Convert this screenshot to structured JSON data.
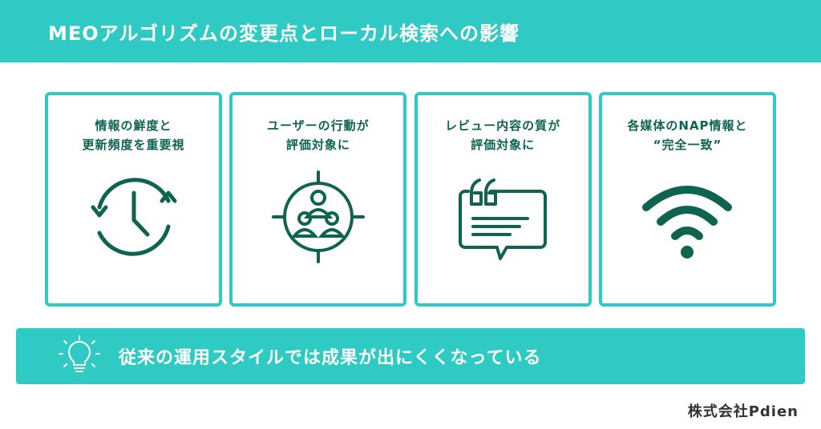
{
  "header": {
    "title": "MEOアルゴリズムの変更点とローカル検索への影響"
  },
  "cards": [
    {
      "line1": "情報の鮮度と",
      "line2": "更新頻度を重要視",
      "icon": "clock-refresh-icon"
    },
    {
      "line1": "ユーザーの行動が",
      "line2": "評価対象に",
      "icon": "target-users-icon"
    },
    {
      "line1": "レビュー内容の質が",
      "line2": "評価対象に",
      "icon": "quote-bubble-icon"
    },
    {
      "line1": "各媒体のNAP情報と",
      "line2": "“完全一致”",
      "icon": "wifi-icon"
    }
  ],
  "footer_banner": {
    "text": "従来の運用スタイルでは成果が出にくくなっている",
    "icon": "lightbulb-icon"
  },
  "company": "株式会社Pdien",
  "colors": {
    "teal": "#2ecac3",
    "dark_green": "#0e6450"
  }
}
